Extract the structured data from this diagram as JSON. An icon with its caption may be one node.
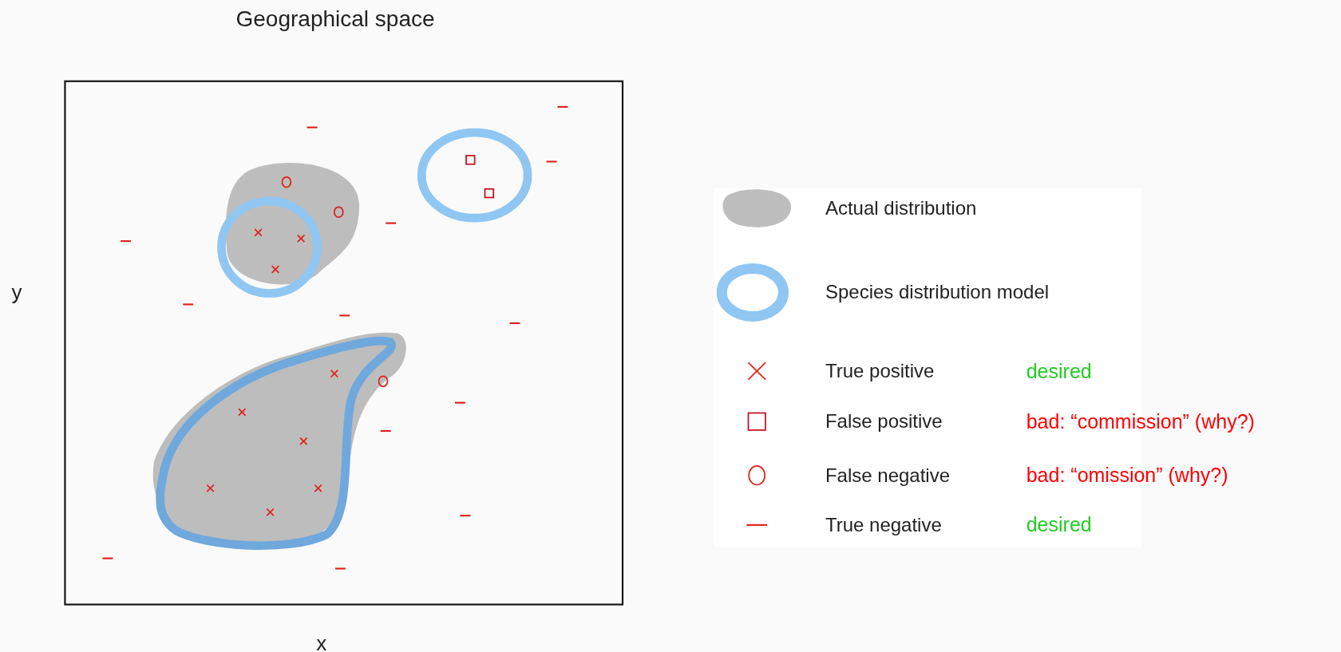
{
  "diagram": {
    "title": "Geographical space",
    "labels": [
      "y",
      "x",
      "desired",
      "bad:  “commission” (why?)",
      "bad:  “omission” (why?)",
      "desired"
    ],
    "legend": [
      {
        "text": "Actual distribution",
        "color": "#bdbdbd"
      },
      {
        "text": "Species distribution model"
      },
      {
        "text": "True positive"
      },
      {
        "text": "False positive"
      },
      {
        "text": "False negative"
      },
      {
        "text": "True negative"
      }
    ]
  }
}
